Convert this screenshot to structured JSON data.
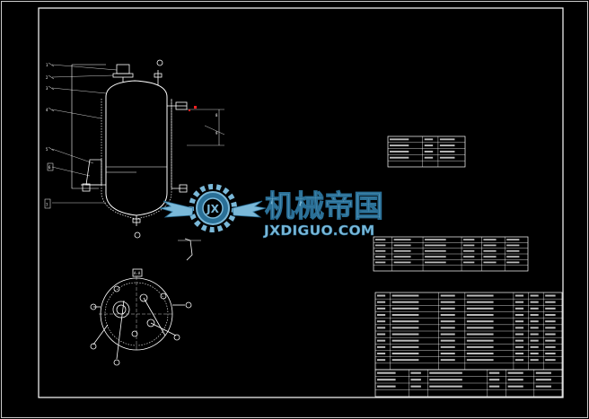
{
  "watermark": {
    "logo_text": "JX",
    "title": "机械帝国",
    "subtitle": "JXDIGUO.COM"
  },
  "colors": {
    "background": "#000000",
    "line": "#ffffff",
    "dim_green": "#00c800",
    "red_mark": "#ff2020",
    "watermark_blue": "#7ab8d8",
    "watermark_dark": "#2a6f96"
  },
  "drawing": {
    "leader_numbers": [
      "1",
      "2",
      "3",
      "4",
      "5",
      "6",
      "7",
      "8",
      "9"
    ],
    "section_label": "A-A"
  },
  "tables": {
    "tech_spec": {
      "rows": 5,
      "cols": 3
    },
    "nozzle_table": {
      "rows": 6,
      "cols": 6
    },
    "parts_list": {
      "rows": 12,
      "cols": 7
    },
    "title_block": {
      "rows": 4,
      "cols": 6
    }
  }
}
